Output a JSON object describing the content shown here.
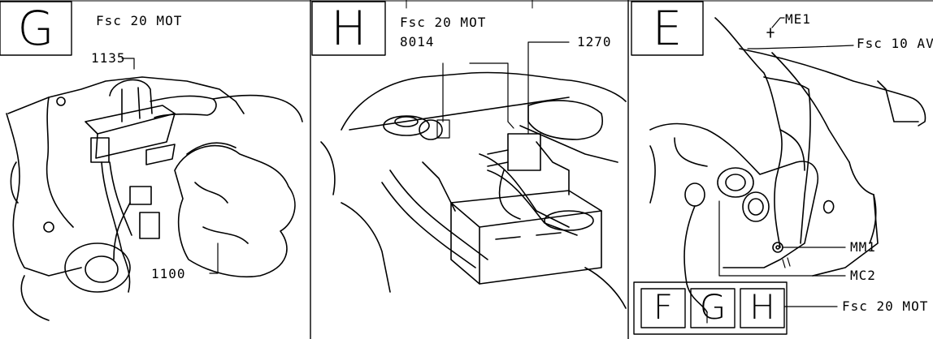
{
  "panels": {
    "g": {
      "letter": "G",
      "title": "Fsc 20 MOT",
      "callouts": [
        "1135",
        "1100"
      ]
    },
    "h": {
      "letter": "H",
      "title": "Fsc 20 MOT",
      "callouts": [
        "8014",
        "1270"
      ]
    },
    "e": {
      "letter": "E",
      "callouts": [
        "ME1",
        "Fsc 10 AV",
        "MM1",
        "MC2",
        "Fsc 20 MOT"
      ],
      "legend_letters": [
        "F",
        "G",
        "H"
      ]
    }
  }
}
